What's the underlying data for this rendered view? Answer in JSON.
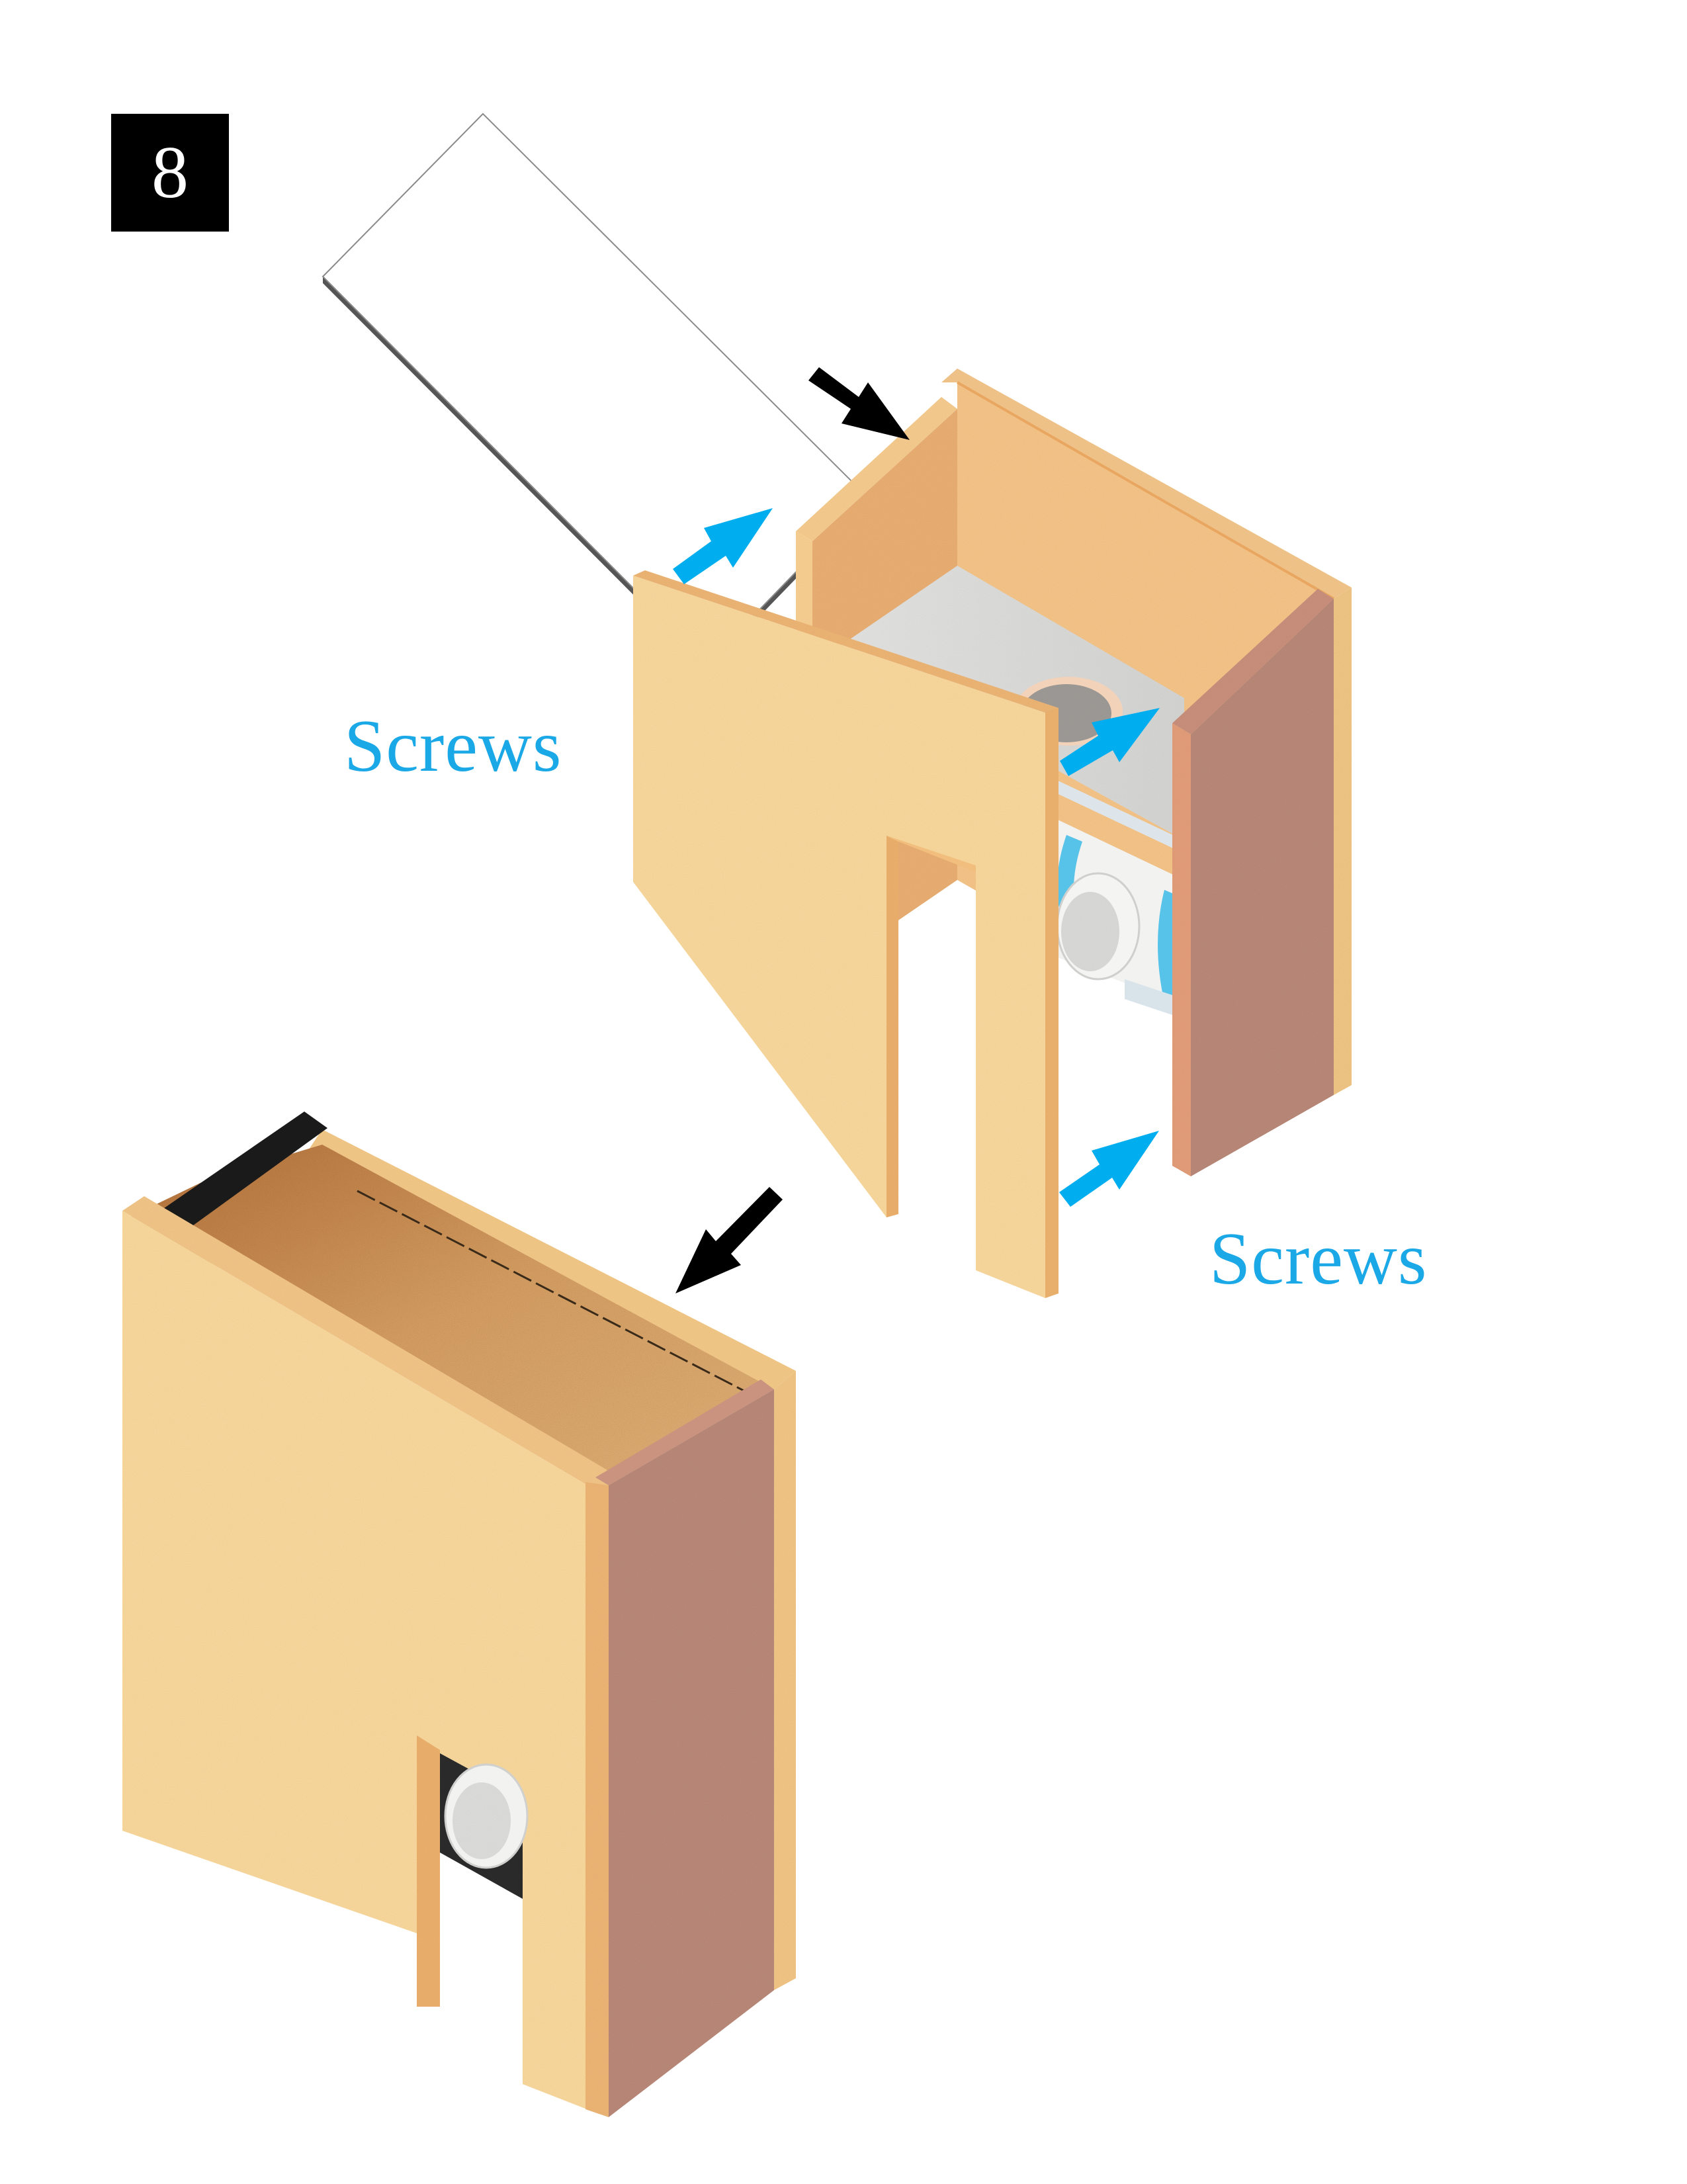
{
  "step": {
    "number": "8"
  },
  "labels": {
    "screws_left": "Screws",
    "screws_right": "Screws"
  },
  "colors": {
    "screw_arrow": "#00AEEF",
    "direction_arrow": "#000000",
    "wood_light": "#F9D79B",
    "wood_edge": "#EEB877",
    "wood_side_dark": "#B98A7A",
    "wood_inner": "#F3BE82",
    "cork": "#D9A062",
    "foam_shelf": "#DCDCDA",
    "pipe": "#EDEDEB",
    "label_blue": "#1BA8E6"
  },
  "parts": {
    "lid": "lid-panel",
    "upper_assembly": "open-box-with-shelf-and-pipes",
    "front_panel": "front-panel-with-notch",
    "lower_assembly": "assembled-box-with-cork-top"
  },
  "arrows": {
    "black": [
      "lid-to-box",
      "front-panel-to-assembly"
    ],
    "blue": [
      "screw-top-left",
      "screw-mid-right",
      "screw-bottom-right"
    ]
  }
}
